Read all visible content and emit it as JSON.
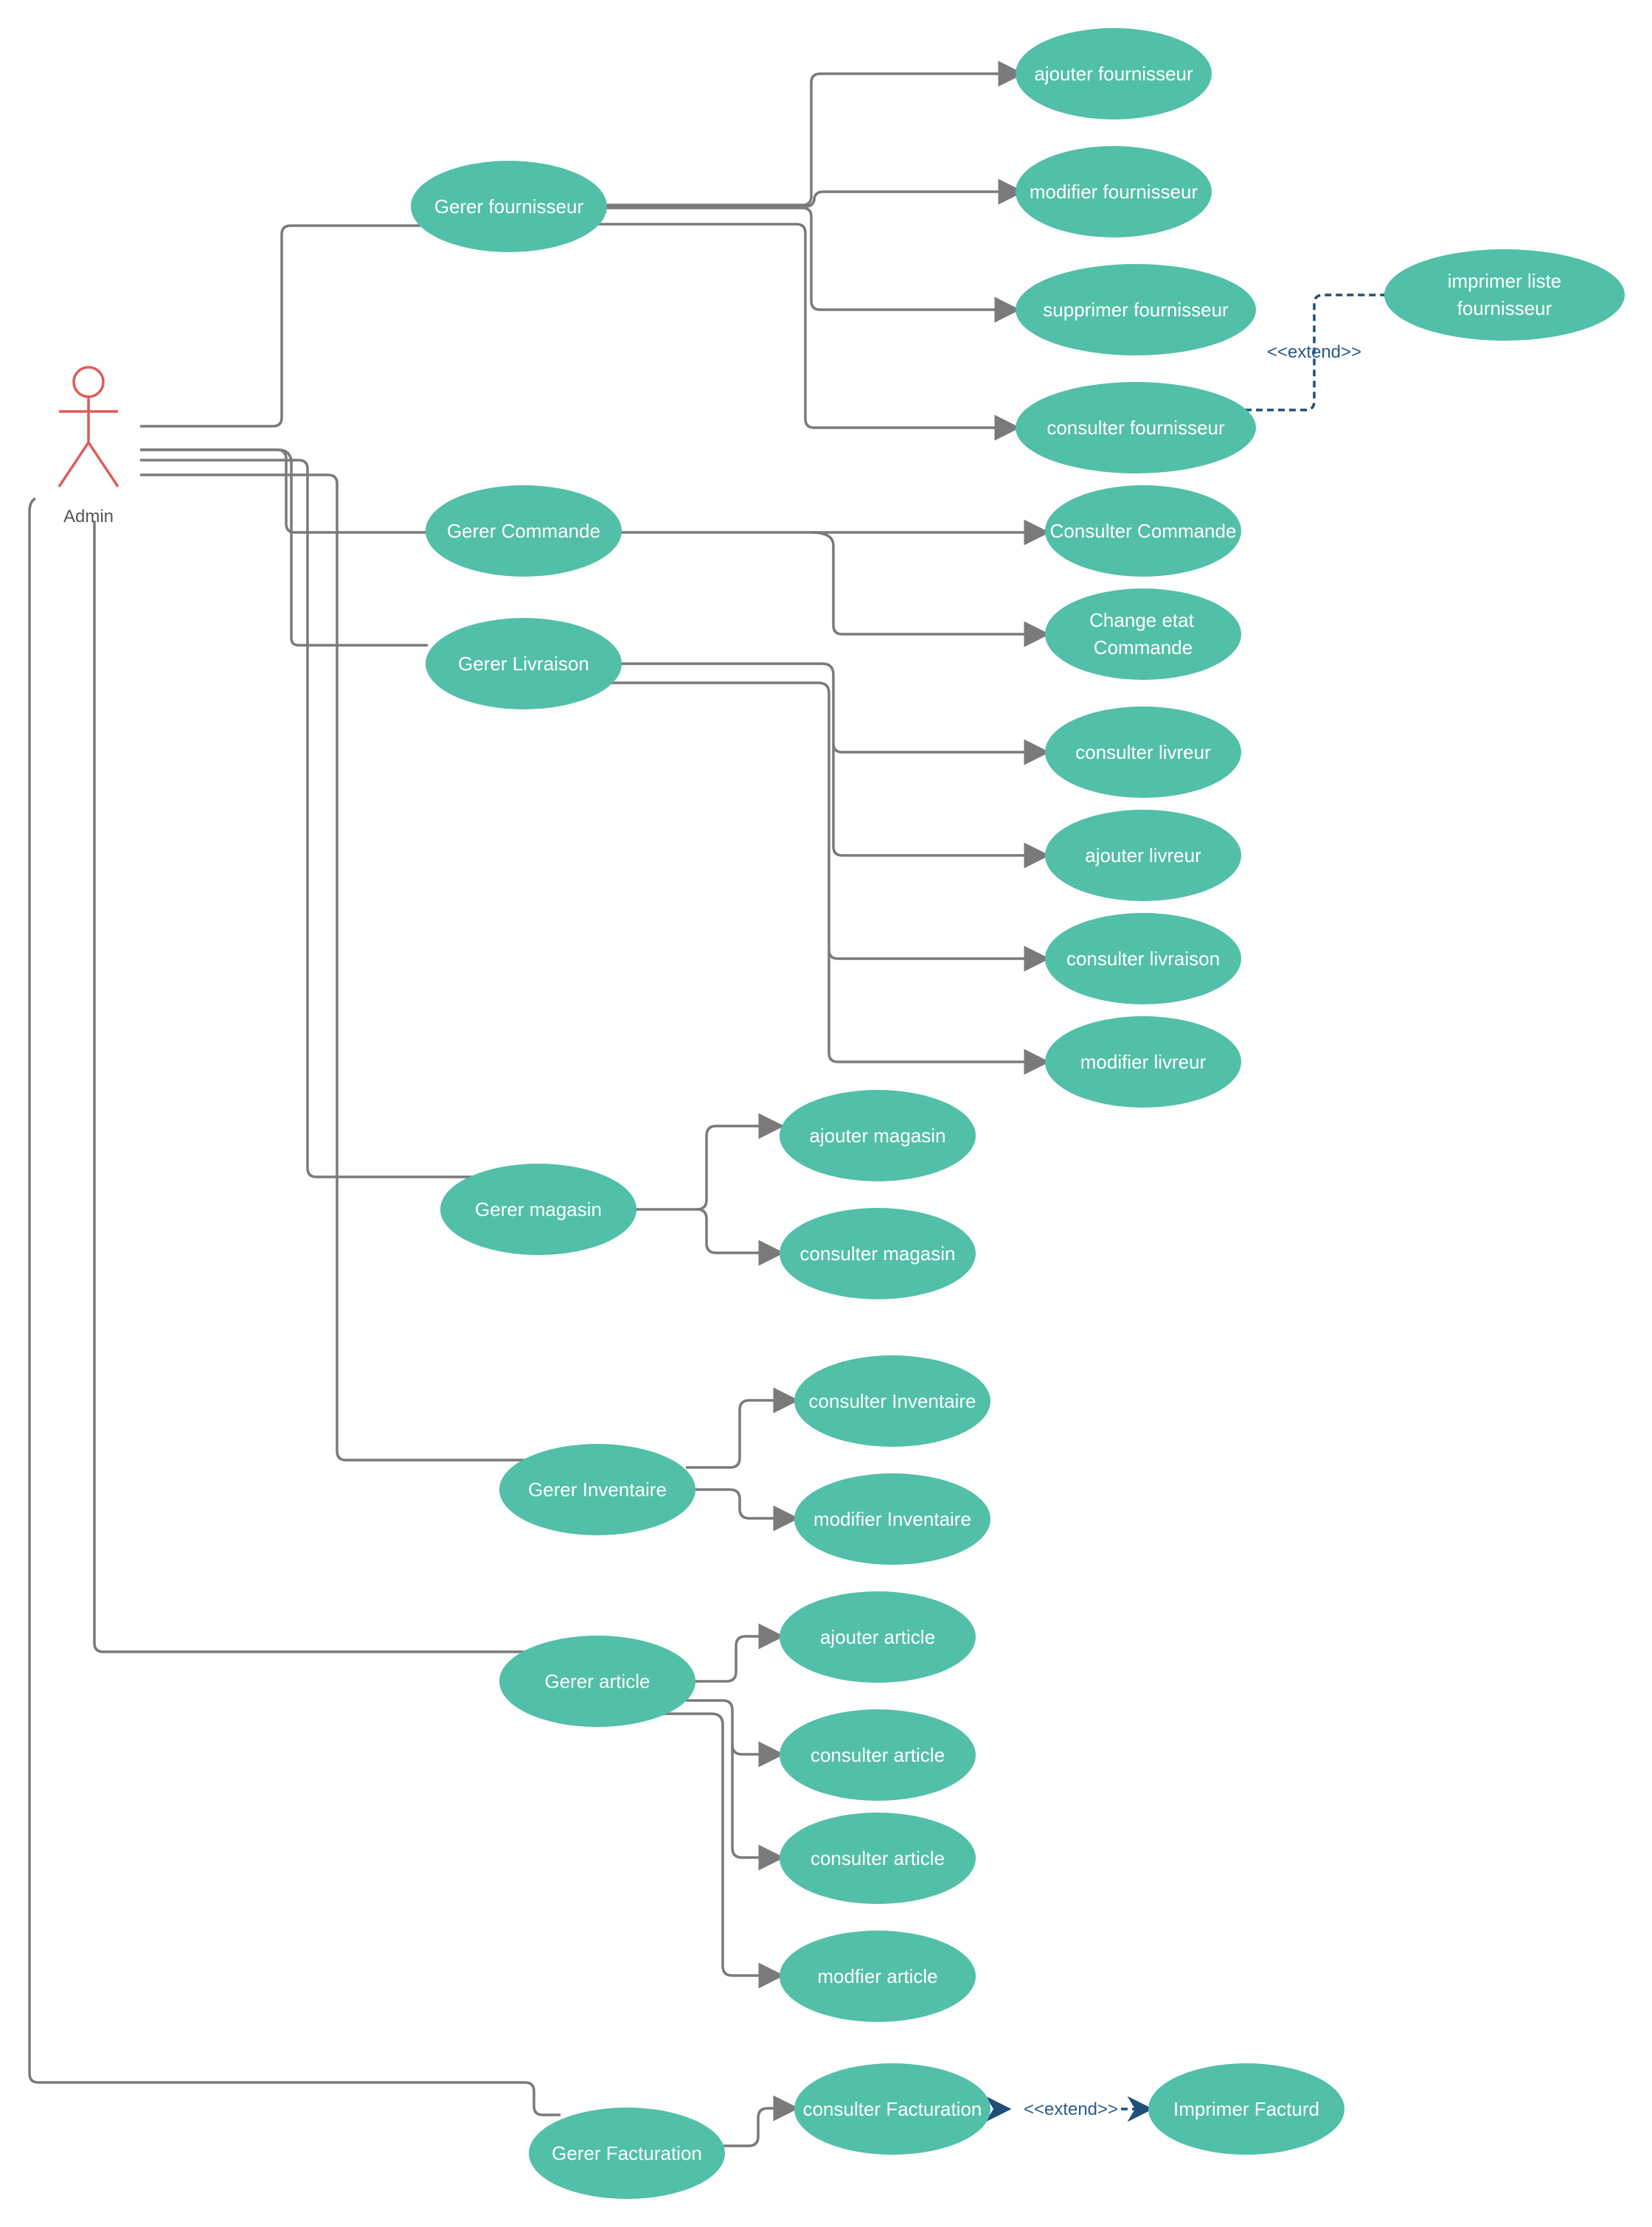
{
  "actor": {
    "label": "Admin"
  },
  "use_cases": {
    "gerer_fournisseur": "Gerer fournisseur",
    "ajouter_fournisseur": "ajouter fournisseur",
    "modifier_fournisseur": "modifier fournisseur",
    "supprimer_fournisseur": "supprimer fournisseur",
    "consulter_fournisseur": "consulter fournisseur",
    "imprimer_liste_1": "imprimer liste",
    "imprimer_liste_2": "fournisseur",
    "gerer_commande": "Gerer Commande",
    "consulter_commande": "Consulter Commande",
    "change_etat_1": "Change etat",
    "change_etat_2": "Commande",
    "gerer_livraison": "Gerer Livraison",
    "consulter_livreur": "consulter livreur",
    "ajouter_livreur": "ajouter livreur",
    "consulter_livraison": "consulter livraison",
    "modifier_livreur": "modifier livreur",
    "gerer_magasin": "Gerer magasin",
    "ajouter_magasin": "ajouter magasin",
    "consulter_magasin": "consulter magasin",
    "gerer_inventaire": "Gerer Inventaire",
    "consulter_inventaire": "consulter Inventaire",
    "modifier_inventaire": "modifier Inventaire",
    "gerer_article": "Gerer article",
    "ajouter_article": "ajouter article",
    "consulter_article_1": "consulter article",
    "consulter_article_2": "consulter article",
    "modfier_article": "modfier article",
    "gerer_facturation": "Gerer Facturation",
    "consulter_facturation": "consulter Facturation",
    "imprimer_facturd": "Imprimer Facturd"
  },
  "relations": {
    "extend_fournisseur": "<<extend>>",
    "extend_facturation": "<<extend>>"
  },
  "colors": {
    "use_case_fill": "#52bfa9",
    "actor_stroke": "#e05a5a",
    "connector": "#7a7a7a",
    "extend": "#1f4e79"
  }
}
